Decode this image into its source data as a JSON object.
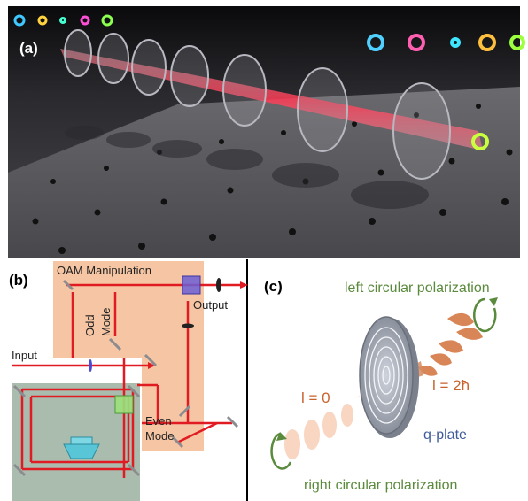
{
  "panel_a": {
    "label": "(a)"
  },
  "panel_b": {
    "label": "(b)",
    "oam_manipulation": "OAM Manipulation",
    "odd": "Odd",
    "mode_vertical": "Mode",
    "output": "Output",
    "input": "Input",
    "even": "Even",
    "mode_horizontal": "Mode"
  },
  "panel_c": {
    "label": "(c)",
    "left_circular": "left circular polarization",
    "l_zero": "l = 0",
    "l_two_hbar": "l = 2ħ",
    "q_plate": "q-plate",
    "right_circular": "right circular polarization"
  },
  "colors": {
    "beam": "#e8202a",
    "panel_b_box": "#f6c6a4",
    "green_text": "#5a8a3c",
    "orange_text": "#c8632e",
    "blue_text": "#3f5c9a"
  }
}
